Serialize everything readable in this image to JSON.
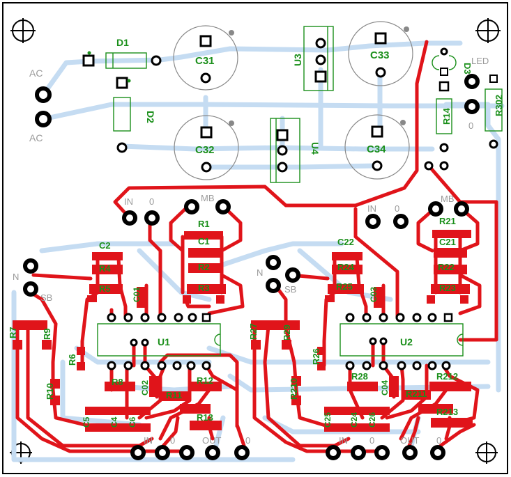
{
  "board": {
    "background": "#ffffff",
    "outline_color": "#000000",
    "top_copper_color": "#e0141a",
    "bottom_copper_color": "#c5dcf2",
    "silk_color": "#1a8f1a",
    "text_grey": "#9a9a9a"
  },
  "labels": {
    "d1": "D1",
    "d2": "D2",
    "d3": "D3",
    "c31": "C31",
    "c32": "C32",
    "c33": "C33",
    "c34": "C34",
    "u3": "U3",
    "u4": "U4",
    "r14": "R14",
    "r302": "R302",
    "led": "LED",
    "ac1": "AC",
    "ac2": "AC",
    "zero_led": "0",
    "in_l": "IN",
    "zero_l": "0",
    "mb_l": "MB",
    "in_r": "IN",
    "zero_r": "0",
    "mb_r": "MB",
    "r1": "R1",
    "c1": "C1",
    "r2": "R2",
    "r3": "R3",
    "c2": "C2",
    "r4": "R4",
    "r5": "R5",
    "c01": "C01",
    "n_l": "N",
    "sb_l": "SB",
    "r7": "R7",
    "r9": "R9",
    "r6": "R6",
    "u1": "U1",
    "r10": "R10",
    "r8": "R8",
    "c02": "C02",
    "r11": "R11",
    "r12": "R12",
    "r13": "R13",
    "c5": "C5",
    "c4": "C4",
    "c6": "C6",
    "r21": "R21",
    "c21": "C21",
    "r22": "R22",
    "r23": "R23",
    "c22": "C22",
    "r24": "R24",
    "r25": "R25",
    "c03": "C03",
    "n_r": "N",
    "sb_r": "SB",
    "r27": "R27",
    "r29": "R29",
    "r26": "R26",
    "u2": "U2",
    "r210": "R210",
    "r28": "R28",
    "c04": "C04",
    "r211": "R211",
    "r212": "R212",
    "r213": "R213",
    "c25": "C25",
    "c24": "C24",
    "c26": "C26",
    "bot_in_l": "IN",
    "bot_0a_l": "0",
    "bot_out_l": "OUT",
    "bot_0b_l": "0",
    "bot_in_r": "IN",
    "bot_0a_r": "0",
    "bot_out_r": "OUT",
    "bot_0b_r": "0"
  }
}
